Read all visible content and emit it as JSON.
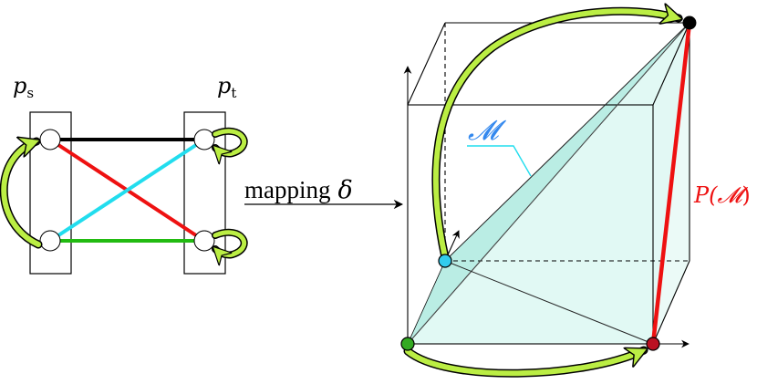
{
  "labels": {
    "ps_main": "p",
    "ps_sub": "s",
    "pt_main": "p",
    "pt_sub": "t",
    "mapping_word": "mapping",
    "delta": "δ",
    "manifold": "𝓜",
    "p_main": "P(",
    "p_close": ")",
    "p_m": "𝓜"
  },
  "colors": {
    "black": "#000000",
    "red": "#ee1111",
    "cyan": "#22ddee",
    "green": "#22bb11",
    "arrow_lime": "#bbee44",
    "fill_teal": "#aeeadf",
    "node_green": "#33aa22",
    "node_red": "#bb1122",
    "node_cyan": "#33ccee",
    "label_blue": "#3388ee"
  }
}
